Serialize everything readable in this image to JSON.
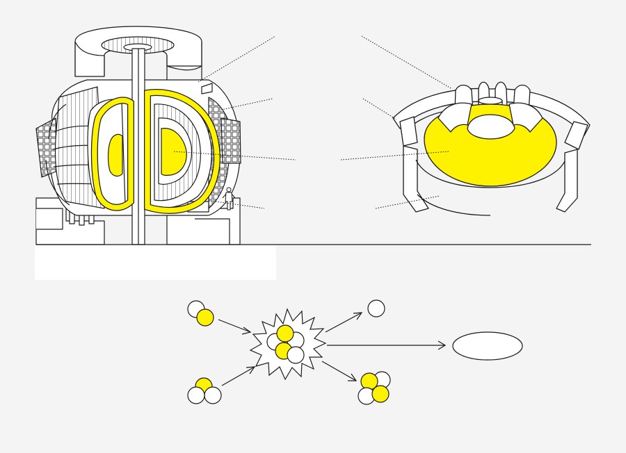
{
  "colors": {
    "background": "#f4f4f4",
    "outline": "#1a1a1a",
    "highlight": "#fff200",
    "fill_white": "#ffffff",
    "label_box": "#ffffff"
  },
  "figures": {
    "tokamak_cutaway": {
      "icon": "tokamak-reactor-cutaway-icon",
      "has_plasma_highlight": true
    },
    "torus_schematic": {
      "icon": "torus-with-field-coils-icon",
      "has_plasma_highlight": true
    },
    "human_scale": {
      "icon": "person-figure-icon"
    }
  },
  "reaction": {
    "reactant_1": {
      "icon": "deuterium-nucleus-icon",
      "protons": 1,
      "neutrons": 1
    },
    "reactant_2": {
      "icon": "tritium-nucleus-icon",
      "protons": 1,
      "neutrons": 2
    },
    "intermediate": {
      "icon": "fusion-burst-icon",
      "protons": 2,
      "neutrons": 3
    },
    "product_neutron": {
      "icon": "neutron-icon"
    },
    "product_helium": {
      "icon": "helium-nucleus-icon",
      "protons": 2,
      "neutrons": 2
    },
    "energy_output": {
      "icon": "energy-ellipse-icon",
      "label": ""
    }
  },
  "callouts": {
    "left_labels": [
      "",
      "",
      "",
      ""
    ],
    "right_labels": [
      "",
      "",
      "",
      ""
    ],
    "caption": ""
  }
}
